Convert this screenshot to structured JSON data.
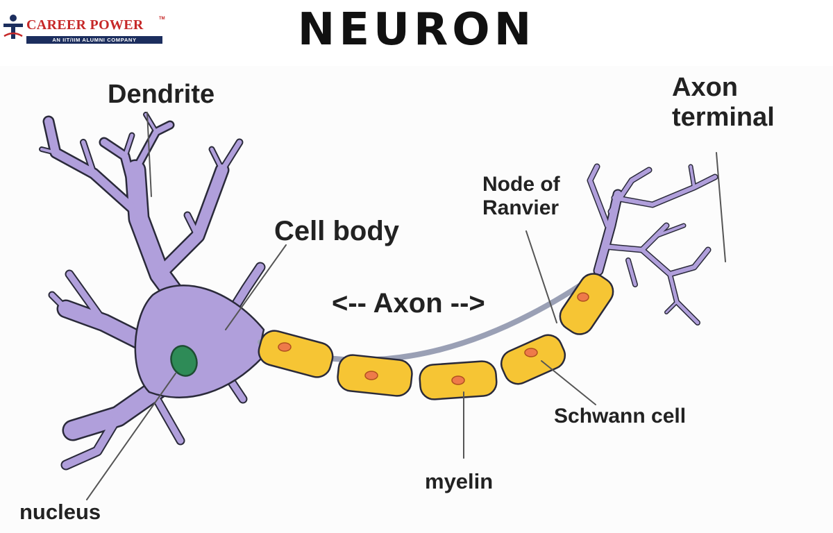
{
  "header": {
    "brand_name": "CAREER POWER",
    "brand_tm": "TM",
    "brand_tagline": "AN IIT/IIM ALUMNI COMPANY",
    "title": "NEURON"
  },
  "labels": {
    "dendrite": "Dendrite",
    "axon_terminal": "Axon\nterminal",
    "node_of_ranvier": "Node of\nRanvier",
    "cell_body": "Cell body",
    "axon": "<-- Axon -->",
    "schwann_cell": "Schwann cell",
    "myelin": "myelin",
    "nucleus": "nucleus"
  },
  "colors": {
    "brand_red": "#c62828",
    "brand_navy": "#1c2e5e",
    "cell_body_fill": "#b09fdb",
    "outline": "#2a2a3a",
    "nucleus_fill": "#2e8b57",
    "myelin_fill": "#f6c534",
    "schwann_nucleus_fill": "#ee7a4a"
  }
}
